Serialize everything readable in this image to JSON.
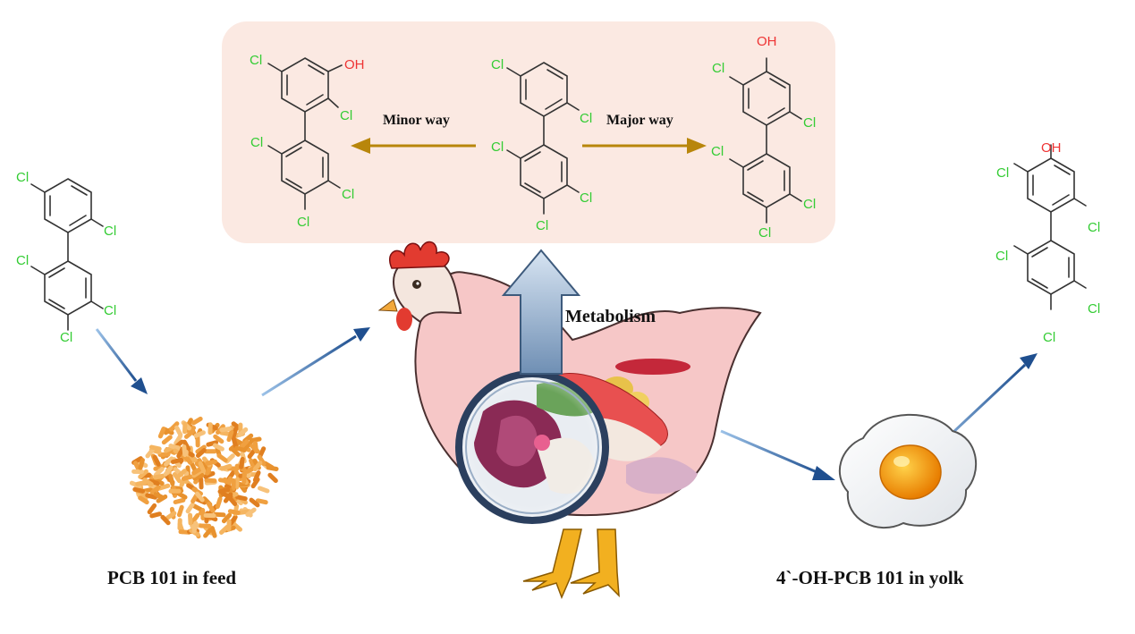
{
  "labels": {
    "minor_way": "Minor way",
    "major_way": "Major way",
    "metabolism": "Metabolism",
    "pcb_feed": "PCB 101 in feed",
    "oh_pcb_yolk": "4`-OH-PCB 101 in  yolk"
  },
  "atoms": {
    "cl": "Cl",
    "oh": "OH"
  },
  "colors": {
    "chlorine": "#33cc33",
    "hydroxyl": "#ee3333",
    "metabolite_panel": "#fbe9e2",
    "pathway_arrow": "#b8860b",
    "process_arrow": "#2d5f9e",
    "metabolism_arrow": "#8fa8c4",
    "feed_pellets": "#f0a040",
    "egg_yolk": "#f59a0a"
  },
  "icons": {
    "feed": "feed-pellets-icon",
    "hen": "hen-anatomy-icon",
    "magnifier": "magnifier-icon",
    "egg": "fried-egg-icon"
  }
}
